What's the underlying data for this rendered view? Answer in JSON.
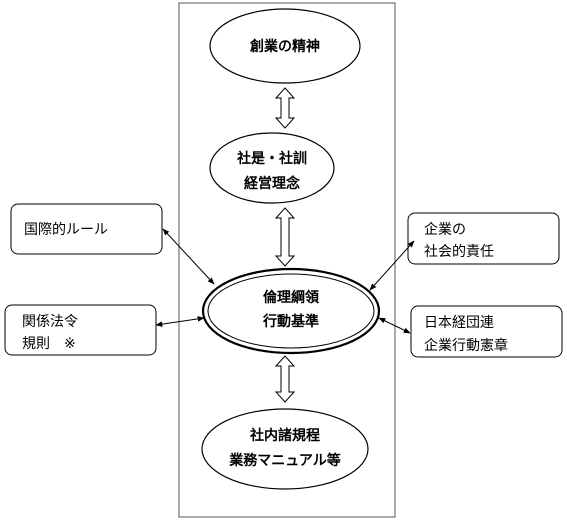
{
  "nodes": {
    "founding_spirit": "創業の精神",
    "company_motto_1": "社是・社訓",
    "company_motto_2": "経営理念",
    "ethics_1": "倫理綱領",
    "ethics_2": "行動基準",
    "internal_rules_1": "社内諸規程",
    "internal_rules_2": "業務マニュアル等",
    "international_rules": "国際的ルール",
    "laws_1": "関係法令",
    "laws_2": "規則　※",
    "csr_1": "企業の",
    "csr_2": "社会的責任",
    "keidanren_1": "日本経団連",
    "keidanren_2": "企業行動憲章"
  },
  "colors": {
    "stroke": "#000000",
    "background": "#ffffff"
  }
}
